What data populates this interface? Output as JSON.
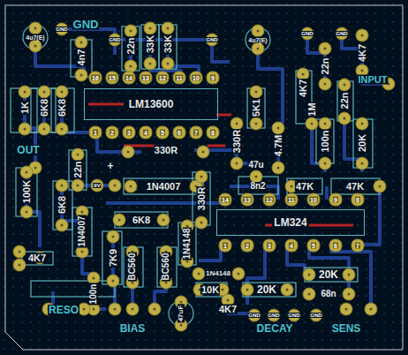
{
  "diagram": {
    "nodes": [
      {
        "text": [
          "LM13600"
        ]
      },
      {
        "text": [
          "LM324"
        ]
      }
    ],
    "labels": [
      "4u7(E)",
      "GND",
      "GND",
      "GND",
      "4n7",
      "22n",
      "33K",
      "33K",
      "GND",
      "4u7(E)",
      "GND",
      "GND",
      "22n",
      "4K7",
      "INPUT",
      "1K",
      "6K8",
      "6K8",
      "5K1",
      "4K7",
      "1M",
      "22n",
      "OUT",
      "330R",
      "330R",
      "4.7M",
      "47u",
      "100n",
      "20K",
      "22n",
      "+",
      "1N4007",
      "9V",
      "8n2",
      "47K",
      "47K",
      "100K",
      "6K8",
      "6K8",
      "330R",
      "1N4007",
      "4K7",
      "7K9",
      "BC560",
      "BC560",
      "1N4148",
      "1N4148",
      "10K",
      "20K",
      "20K",
      "68n",
      "100n",
      "4K7",
      "47uF",
      "RESO",
      "BIAS",
      "DECAY",
      "SENS",
      "GND",
      "GND",
      "GND",
      "GND",
      "1",
      "2",
      "3",
      "4",
      "5",
      "6",
      "7",
      "8",
      "9",
      "10",
      "11",
      "12",
      "13",
      "14",
      "15",
      "16",
      "1",
      "2",
      "3",
      "4",
      "5",
      "6",
      "7",
      "8",
      "9",
      "10",
      "11",
      "12",
      "13",
      "14"
    ]
  }
}
